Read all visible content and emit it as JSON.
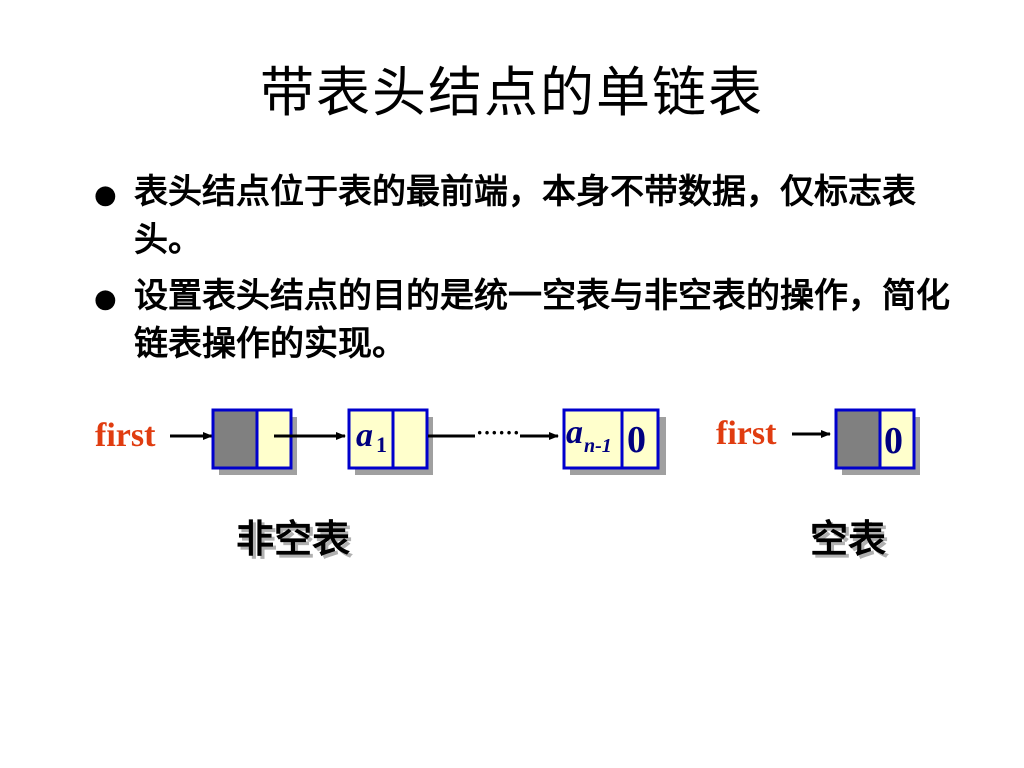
{
  "title": "带表头结点的单链表",
  "bullets": [
    "表头结点位于表的最前端，本身不带数据，仅标志表头。",
    "设置表头结点的目的是统一空表与非空表的操作，简化链表操作的实现。"
  ],
  "diagram": {
    "pointer_label": "first",
    "first_node": {
      "data": "a",
      "subscript": "1"
    },
    "ellipsis": "······",
    "last_node": {
      "data": "a",
      "subscript": "n-1",
      "link": "0"
    },
    "empty_link": "0",
    "caption_nonempty": "非空表",
    "caption_empty": "空表"
  },
  "colors": {
    "pointer_label": "#e03c10",
    "node_border": "#0000cc",
    "node_fill": "#ffffcc",
    "head_fill": "#808080",
    "shadow": "#a0a0a0"
  }
}
